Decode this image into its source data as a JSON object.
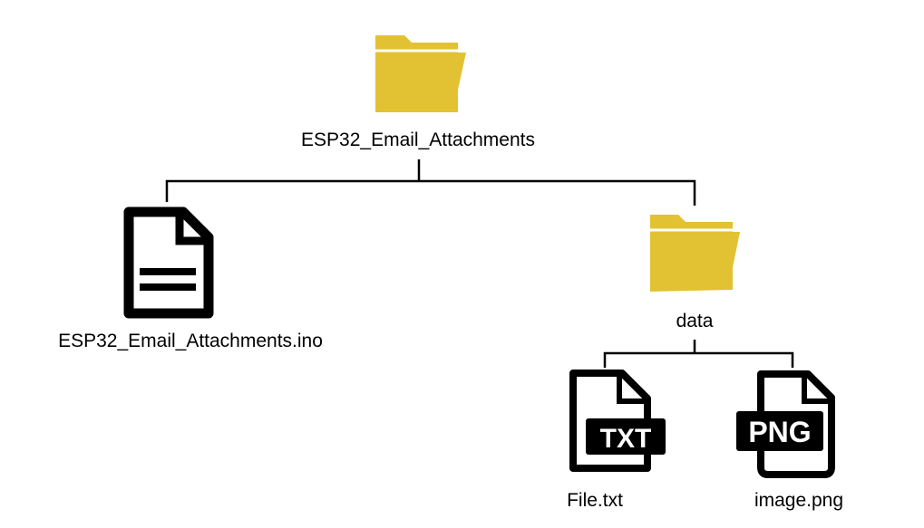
{
  "colors": {
    "folder": "#e2c232",
    "folder_tab": "#e4c63a",
    "line": "#000000",
    "icon": "#000000",
    "background": "#ffffff"
  },
  "tree": {
    "root": {
      "icon": "folder-icon",
      "label": "ESP32_Email_Attachments"
    },
    "sketch_file": {
      "icon": "document-icon",
      "label": "ESP32_Email_Attachments.ino"
    },
    "data_folder": {
      "icon": "folder-icon",
      "label": "data"
    },
    "txt_file": {
      "icon": "txt-file-icon",
      "badge": "TXT",
      "label": "File.txt"
    },
    "png_file": {
      "icon": "png-file-icon",
      "badge": "PNG",
      "label": "image.png"
    }
  }
}
